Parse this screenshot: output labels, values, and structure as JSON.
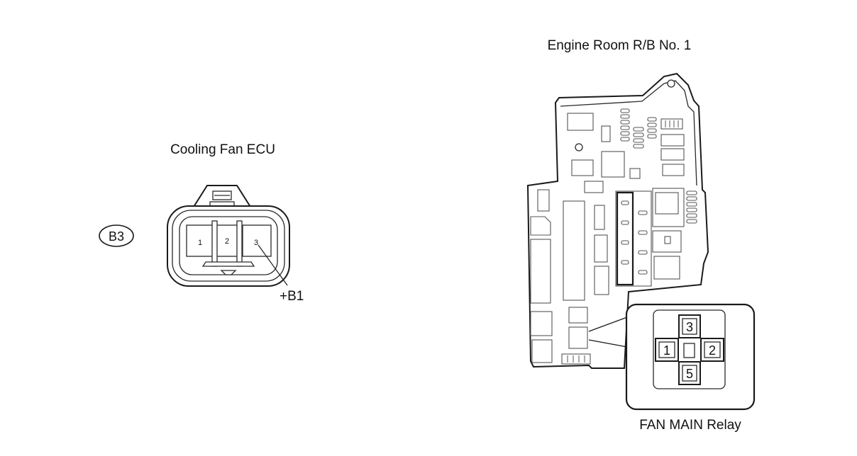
{
  "cooling_fan_ecu": {
    "title": "Cooling Fan ECU",
    "connector_code": "B3",
    "pins": [
      "1",
      "2",
      "3"
    ],
    "callout": "+B1"
  },
  "relay_block": {
    "title": "Engine Room R/B No. 1",
    "relay_pins": {
      "top": "3",
      "left": "1",
      "right": "2",
      "bottom": "5"
    },
    "relay_name": "FAN MAIN Relay"
  }
}
